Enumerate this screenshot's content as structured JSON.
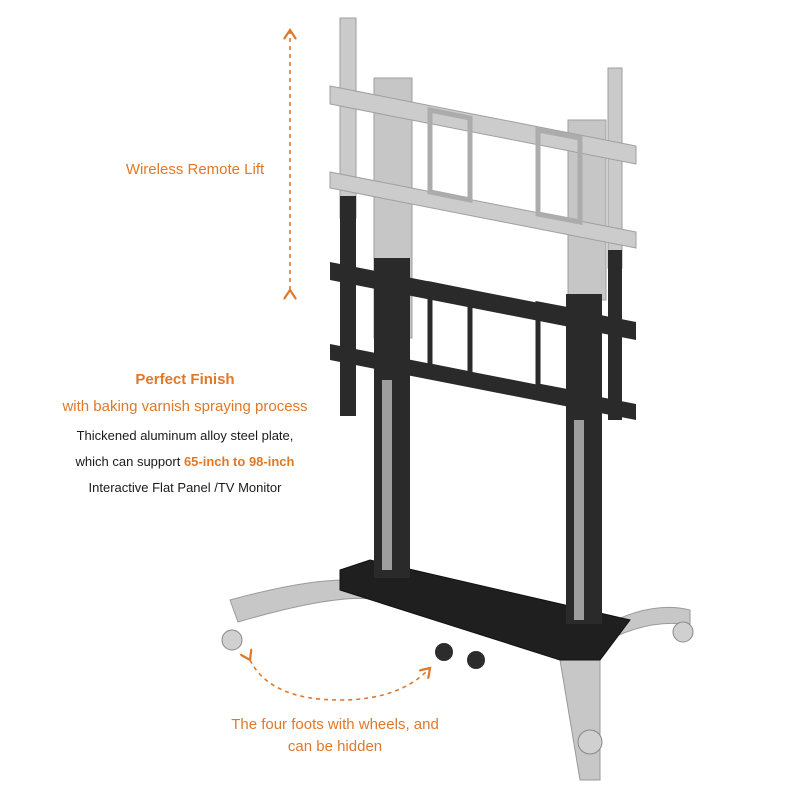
{
  "callouts": {
    "lift": "Wireless Remote Lift",
    "finish_heading": "Perfect Finish",
    "finish_sub": "with baking varnish spraying process",
    "plate_line1": "Thickened aluminum alloy steel plate,",
    "plate_line2_prefix": "which can support ",
    "plate_line2_highlight": "65-inch to 98-inch",
    "plate_line3": "Interactive Flat Panel /TV Monitor",
    "wheels_line1": "The four foots with wheels, and",
    "wheels_line2": "can be hidden"
  },
  "colors": {
    "accent": "#e0782a",
    "stand_black": "#2a2a2a",
    "stand_grey": "#bdbdbd",
    "text_dark": "#1a1a1a"
  }
}
